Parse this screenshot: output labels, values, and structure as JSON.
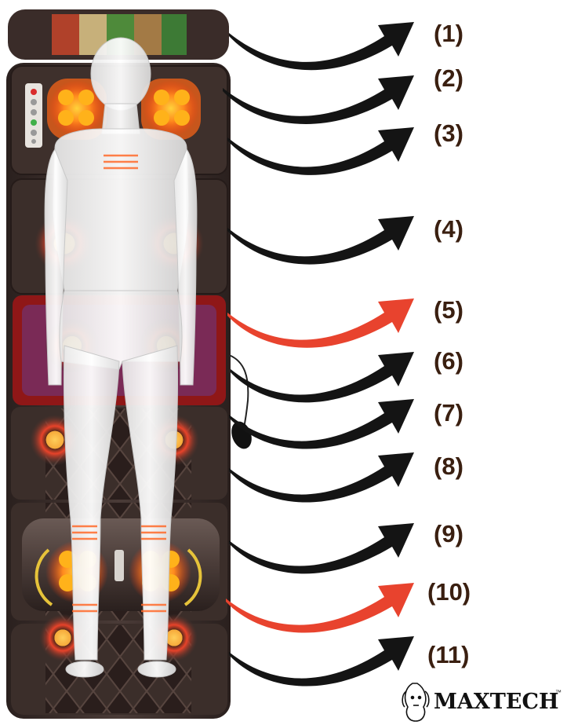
{
  "callouts": [
    "(1)",
    "(2)",
    "(3)",
    "(4)",
    "(5)",
    "(6)",
    "(7)",
    "(8)",
    "(9)",
    "(10)",
    "(11)"
  ],
  "highlighted_callouts": [
    5,
    10
  ],
  "colors": {
    "arrow_default": "#141414",
    "arrow_highlight": "#e8432e",
    "callout_text": "#3a1f10",
    "mat": "#3b2e2b",
    "heat_glow": "#ff5a1f",
    "massage_node": "#ffb21a",
    "airbag_panel": "#8f1717"
  },
  "brand": {
    "name": "MAXTECH",
    "trademark": "™"
  }
}
